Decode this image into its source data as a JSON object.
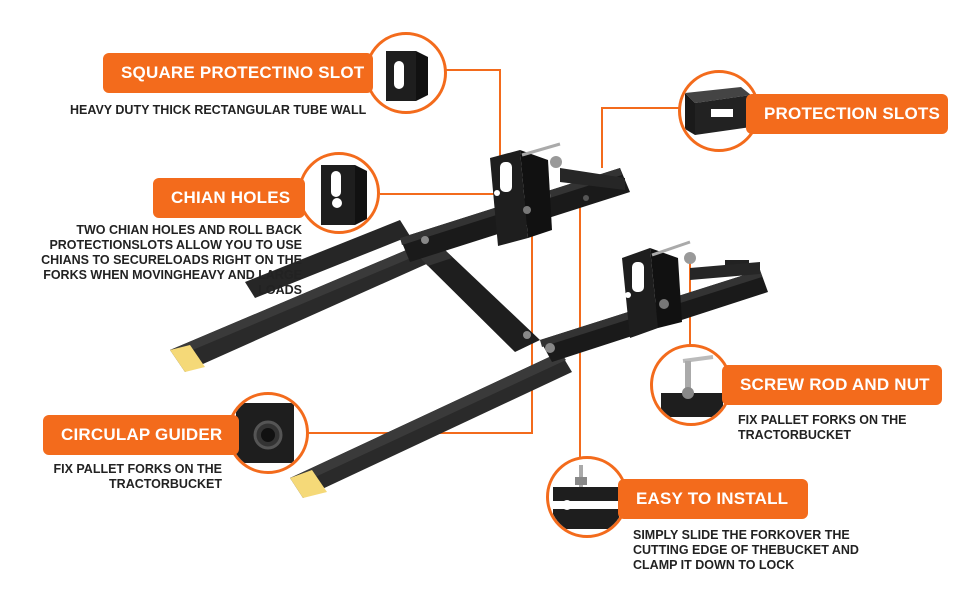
{
  "colors": {
    "accent": "#f36b1c",
    "metal": "#1e1e1e",
    "tip": "#f5d978"
  },
  "callouts": {
    "square_slot": {
      "title": "SQUARE PROTECTINO SLOT",
      "desc": [
        "HEAVY DUTY THICK RECTANGULAR TUBE WALL"
      ]
    },
    "protection": {
      "title": "PROTECTION SLOTS",
      "desc": []
    },
    "chain_holes": {
      "title": "CHIAN HOLES",
      "desc": [
        "TWO CHIAN HOLES AND ROLL BACK",
        "PROTECTIONSLOTS ALLOW YOU TO USE",
        "CHIANS TO SECURELOADS RIGHT ON THE",
        "FORKS WHEN MOVINGHEAVY AND LARGE",
        "LOADS"
      ]
    },
    "screw_rod": {
      "title": "SCREW ROD AND NUT",
      "desc": [
        "FIX PALLET FORKS ON THE",
        "TRACTORBUCKET"
      ]
    },
    "guider": {
      "title": "CIRCULAP GUIDER",
      "desc": [
        "FIX PALLET FORKS ON THE",
        "TRACTORBUCKET"
      ]
    },
    "install": {
      "title": "EASY TO INSTALL",
      "desc": [
        "SIMPLY SLIDE THE FORKOVER THE",
        "CUTTING EDGE OF THEBUCKET AND",
        "CLAMP IT DOWN TO LOCK"
      ]
    }
  }
}
